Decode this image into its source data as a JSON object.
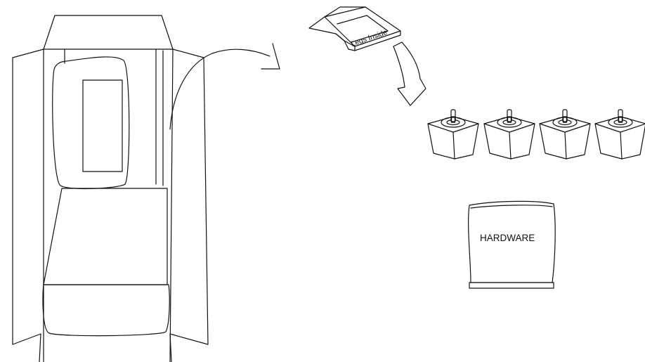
{
  "labels": {
    "legs_box": "Legs Inside",
    "hardware_bag": "HARDWARE"
  },
  "colors": {
    "line": "#111111",
    "background": "#ffffff"
  },
  "legs": [
    {
      "name": "leg-1"
    },
    {
      "name": "leg-2"
    },
    {
      "name": "leg-3"
    },
    {
      "name": "leg-4"
    }
  ]
}
